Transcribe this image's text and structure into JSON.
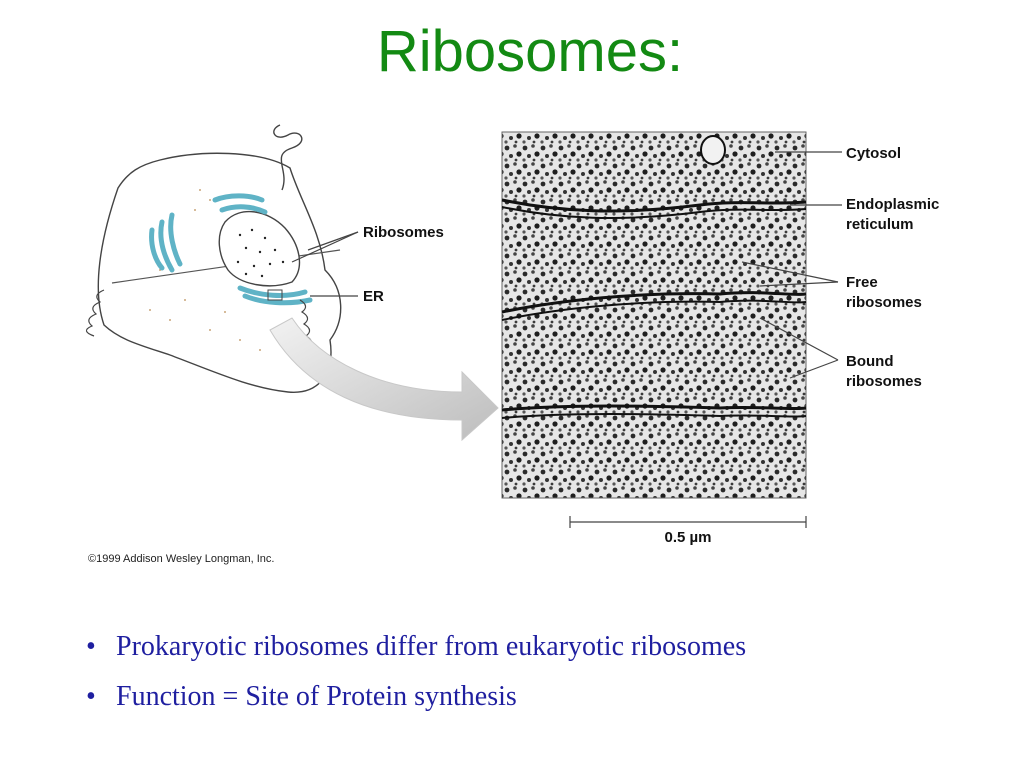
{
  "slide": {
    "title": "Ribosomes:",
    "copyright": "©1999 Addison Wesley Longman, Inc.",
    "bullets": [
      "Prokaryotic ribosomes differ from eukaryotic ribosomes",
      "Function = Site of Protein synthesis"
    ]
  },
  "diagram": {
    "left_labels": {
      "ribosomes": "Ribosomes",
      "er": "ER"
    },
    "right_labels": {
      "cytosol": "Cytosol",
      "er_line1": "Endoplasmic",
      "er_line2": "reticulum",
      "free_line1": "Free",
      "free_line2": "ribosomes",
      "bound_line1": "Bound",
      "bound_line2": "ribosomes"
    },
    "scale_bar": "0.5 µm",
    "colors": {
      "title": "#138a13",
      "bullet_text": "#1f1fa0",
      "er_blue": "#5fb3c6"
    }
  }
}
